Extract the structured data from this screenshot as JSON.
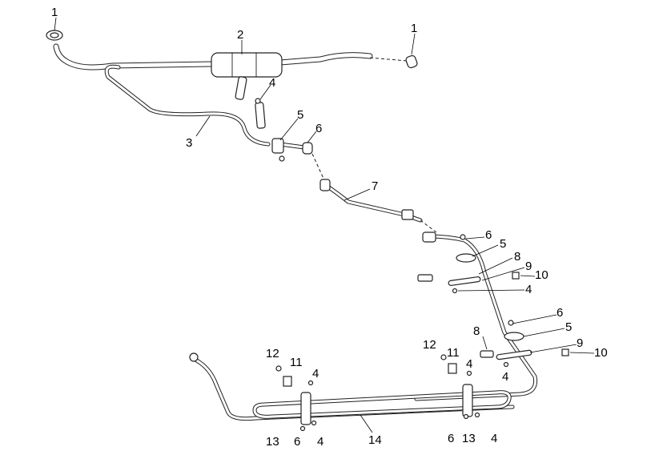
{
  "diagram": {
    "callouts": [
      "1",
      "1",
      "2",
      "4",
      "3",
      "5",
      "6",
      "7",
      "6",
      "5",
      "8",
      "9",
      "10",
      "4",
      "6",
      "5",
      "8",
      "9",
      "10",
      "12",
      "11",
      "4",
      "12",
      "11",
      "4",
      "4",
      "13",
      "6",
      "4",
      "14",
      "6",
      "13",
      "4"
    ]
  }
}
